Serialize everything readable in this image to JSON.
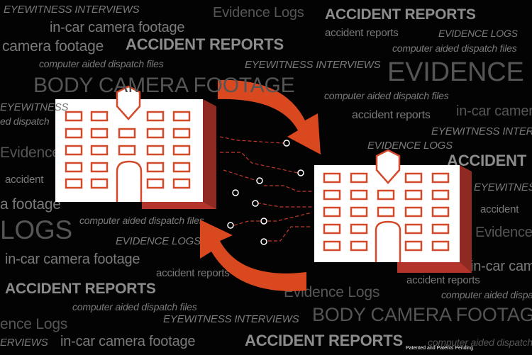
{
  "words": [
    "EYEWITNESS INTERVIEWS",
    "in-car camera footage",
    "Evidence Logs",
    "ACCIDENT REPORTS",
    "accident reports",
    "EVIDENCE LOGS",
    "camera footage",
    "ACCIDENT REPORTS",
    "computer aided dispatch files",
    "computer aided dispatch files",
    "EYEWITNESS INTERVIEWS",
    "EVIDENCE",
    "BODY CAMERA FOOTAGE",
    "computer aided dispatch files",
    "EYEWITNESS",
    "in-car camera",
    "ed dispatch",
    "accident reports",
    "EYEWITNESS INTERVIEWS",
    "Evidence",
    "EVIDENCE LOGS",
    "ACCIDENT",
    "accident",
    "EYEWITNESS",
    "a footage",
    "accident",
    "LOGS",
    "computer aided dispatch files",
    "Evidence",
    "EVIDENCE LOGS",
    "in-car camera footage",
    "accident reports",
    "in-car camera",
    "accident reports",
    "ACCIDENT REPORTS",
    "Evidence Logs",
    "computer aided dispatch files",
    "computer aided dispatch files",
    "BODY CAMERA FOOTAGE",
    "ence Logs",
    "EYEWITNESS INTERVIEWS",
    "ERVIEWS",
    "in-car camera footage",
    "ACCIDENT REPORTS",
    "computer aided dispatch"
  ],
  "footer_note": "Patented and Patents Pending",
  "colors": {
    "accent": "#d9481f",
    "shadow": "#b3342a",
    "building": "#ffffff",
    "text": "#7a7a7a"
  }
}
